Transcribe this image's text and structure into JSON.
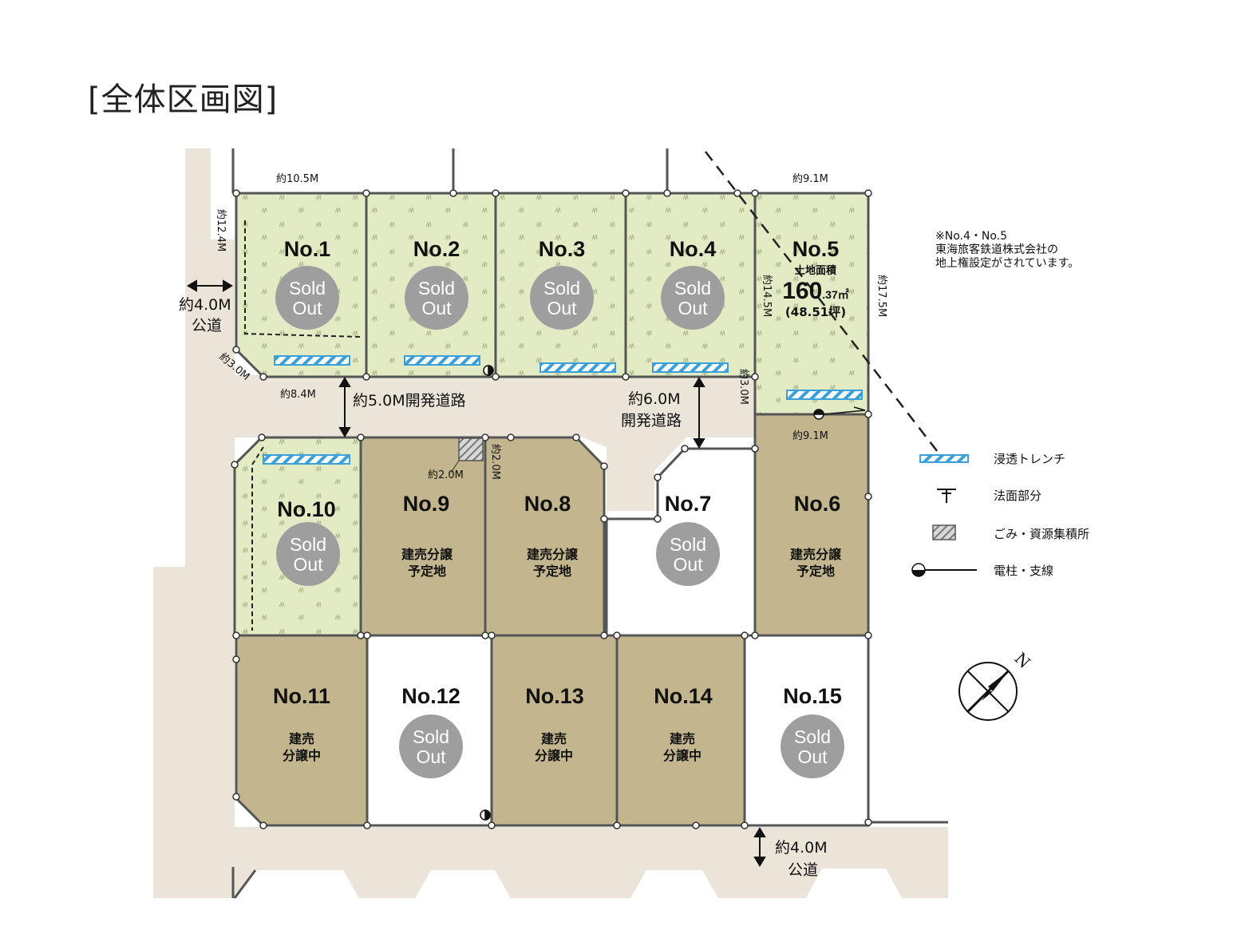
{
  "title": "[全体区画図]",
  "note_lines": [
    "※No.4・No.5",
    "東海旅客鉄道株式会社の",
    "地上権設定がされています。"
  ],
  "lots": {
    "no1": {
      "label": "No.1",
      "status": "Sold Out"
    },
    "no2": {
      "label": "No.2",
      "status": "Sold Out"
    },
    "no3": {
      "label": "No.3",
      "status": "Sold Out"
    },
    "no4": {
      "label": "No.4",
      "status": "Sold Out"
    },
    "no5": {
      "label": "No.5",
      "area_label": "土地面積",
      "area_value": "160",
      "area_decimal": ".37㎡",
      "area_tsubo": "(48.51坪)"
    },
    "no6": {
      "label": "No.6",
      "status_l1": "建売分譲",
      "status_l2": "予定地"
    },
    "no7": {
      "label": "No.7",
      "status": "Sold Out"
    },
    "no8": {
      "label": "No.8",
      "status_l1": "建売分譲",
      "status_l2": "予定地"
    },
    "no9": {
      "label": "No.9",
      "status_l1": "建売分譲",
      "status_l2": "予定地"
    },
    "no10": {
      "label": "No.10",
      "status": "Sold Out"
    },
    "no11": {
      "label": "No.11",
      "status_l1": "建売",
      "status_l2": "分譲中"
    },
    "no12": {
      "label": "No.12",
      "status": "Sold Out"
    },
    "no13": {
      "label": "No.13",
      "status_l1": "建売",
      "status_l2": "分譲中"
    },
    "no14": {
      "label": "No.14",
      "status_l1": "建売",
      "status_l2": "分譲中"
    },
    "no15": {
      "label": "No.15",
      "status": "Sold Out"
    }
  },
  "dimensions": {
    "top_left_width": "約10.5M",
    "top_right_width": "約9.1M",
    "left_depth": "約12.4M",
    "corner_cut": "約3.0M",
    "front_width_no1": "約8.4M",
    "no5_depth": "約14.5M",
    "right_depth": "約17.5M",
    "no5_corner": "約3.0M",
    "no6_width": "約9.1M",
    "garbage_width": "約2.0M",
    "garbage_depth": "約2.0M"
  },
  "roads": {
    "west_width": "約4.0M",
    "west_type": "公道",
    "dev_road_1": "約5.0M開発道路",
    "dev_road_2_width": "約6.0M",
    "dev_road_2_type": "開発道路",
    "south_width": "約4.0M",
    "south_type": "公道"
  },
  "legend": {
    "trench": "浸透トレンチ",
    "slope": "法面部分",
    "garbage": "ごみ・資源集積所",
    "pole": "電柱・支線"
  },
  "compass": {
    "north": "N"
  },
  "colors": {
    "sold_green": "#e3ebc4",
    "build_tan": "#c3b68e",
    "road_beige": "#ebe4d8",
    "sold_badge": "#9e9e9e",
    "trench_blue": "#3b9fd9"
  }
}
